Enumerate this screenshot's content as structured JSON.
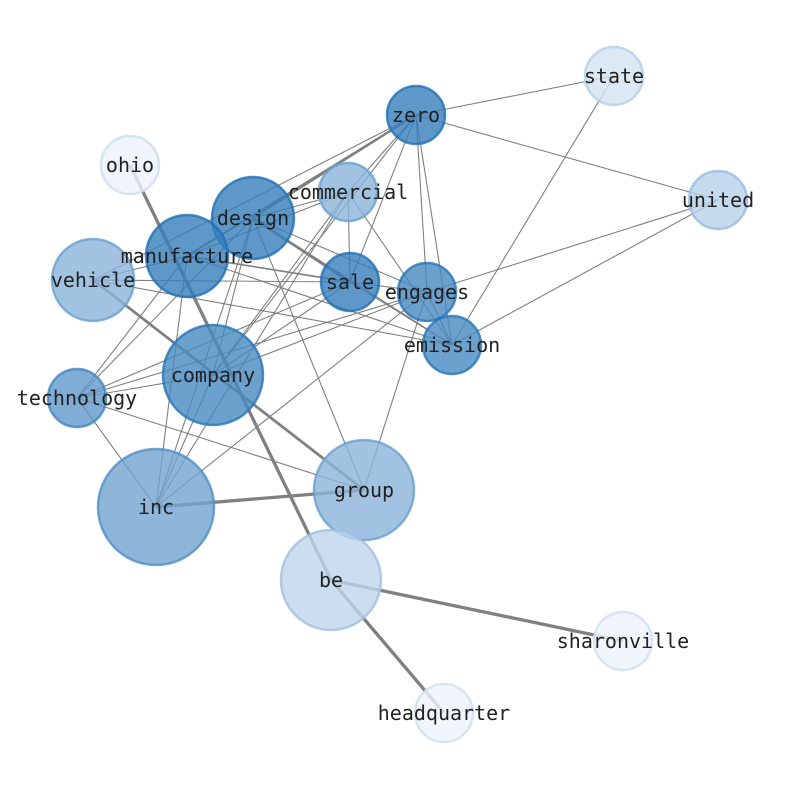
{
  "graph": {
    "nodes": [
      {
        "id": "state",
        "label": "state",
        "weight": 0.15,
        "size": 1
      },
      {
        "id": "zero",
        "label": "zero",
        "weight": 0.9,
        "size": 1
      },
      {
        "id": "ohio",
        "label": "ohio",
        "weight": 0.03,
        "size": 1
      },
      {
        "id": "commercial",
        "label": "commercial",
        "weight": 0.5,
        "size": 1
      },
      {
        "id": "united",
        "label": "united",
        "weight": 0.28,
        "size": 1
      },
      {
        "id": "design",
        "label": "design",
        "weight": 0.9,
        "size": 2
      },
      {
        "id": "manufacture",
        "label": "manufacture",
        "weight": 0.9,
        "size": 2
      },
      {
        "id": "vehicle",
        "label": "vehicle",
        "weight": 0.5,
        "size": 2
      },
      {
        "id": "sale",
        "label": "sale",
        "weight": 0.9,
        "size": 1
      },
      {
        "id": "engages",
        "label": "engages",
        "weight": 0.82,
        "size": 1
      },
      {
        "id": "emission",
        "label": "emission",
        "weight": 0.82,
        "size": 1
      },
      {
        "id": "company",
        "label": "company",
        "weight": 0.82,
        "size": 3
      },
      {
        "id": "technology",
        "label": "technology",
        "weight": 0.7,
        "size": 1
      },
      {
        "id": "inc",
        "label": "inc",
        "weight": 0.62,
        "size": 4
      },
      {
        "id": "group",
        "label": "group",
        "weight": 0.5,
        "size": 3
      },
      {
        "id": "be",
        "label": "be",
        "weight": 0.25,
        "size": 3
      },
      {
        "id": "sharonville",
        "label": "sharonville",
        "weight": 0.02,
        "size": 1
      },
      {
        "id": "headquarter",
        "label": "headquarter",
        "weight": 0.02,
        "size": 1
      }
    ],
    "edges": [
      [
        "ohio",
        "be",
        3
      ],
      [
        "be",
        "sharonville",
        3
      ],
      [
        "be",
        "headquarter",
        3
      ],
      [
        "inc",
        "group",
        3
      ],
      [
        "vehicle",
        "group",
        2.5
      ],
      [
        "design",
        "sale",
        2.5
      ],
      [
        "inc",
        "technology",
        1
      ],
      [
        "inc",
        "manufacture",
        1
      ],
      [
        "inc",
        "design",
        1
      ],
      [
        "inc",
        "company",
        1
      ],
      [
        "inc",
        "engages",
        1
      ],
      [
        "inc",
        "commercial",
        1
      ],
      [
        "technology",
        "group",
        1
      ],
      [
        "technology",
        "manufacture",
        1
      ],
      [
        "technology",
        "design",
        1
      ],
      [
        "technology",
        "sale",
        1
      ],
      [
        "technology",
        "engages",
        1
      ],
      [
        "technology",
        "company",
        1
      ],
      [
        "company",
        "zero",
        1
      ],
      [
        "company",
        "sale",
        1
      ],
      [
        "company",
        "engages",
        1
      ],
      [
        "company",
        "design",
        1
      ],
      [
        "company",
        "commercial",
        1
      ],
      [
        "design",
        "group",
        1
      ],
      [
        "design",
        "zero",
        1.5
      ],
      [
        "design",
        "emission",
        1
      ],
      [
        "design",
        "engages",
        1
      ],
      [
        "design",
        "commercial",
        1
      ],
      [
        "manufacture",
        "zero",
        2
      ],
      [
        "manufacture",
        "sale",
        1.5
      ],
      [
        "manufacture",
        "emission",
        1
      ],
      [
        "manufacture",
        "commercial",
        1
      ],
      [
        "manufacture",
        "vehicle",
        1
      ],
      [
        "vehicle",
        "sale",
        1
      ],
      [
        "vehicle",
        "emission",
        1
      ],
      [
        "vehicle",
        "zero",
        1
      ],
      [
        "zero",
        "state",
        1
      ],
      [
        "zero",
        "united",
        1
      ],
      [
        "zero",
        "commercial",
        1
      ],
      [
        "zero",
        "sale",
        1
      ],
      [
        "zero",
        "engages",
        1
      ],
      [
        "zero",
        "emission",
        1
      ],
      [
        "state",
        "emission",
        1
      ],
      [
        "united",
        "engages",
        1
      ],
      [
        "united",
        "emission",
        1
      ],
      [
        "group",
        "engages",
        1
      ],
      [
        "commercial",
        "sale",
        1
      ],
      [
        "commercial",
        "emission",
        1
      ],
      [
        "sale",
        "emission",
        1
      ],
      [
        "sale",
        "engages",
        1
      ],
      [
        "engages",
        "emission",
        1
      ]
    ],
    "colors": {
      "edge": "#808080",
      "node_light": "#f2f7fd",
      "node_dark": "#2171b5"
    }
  }
}
